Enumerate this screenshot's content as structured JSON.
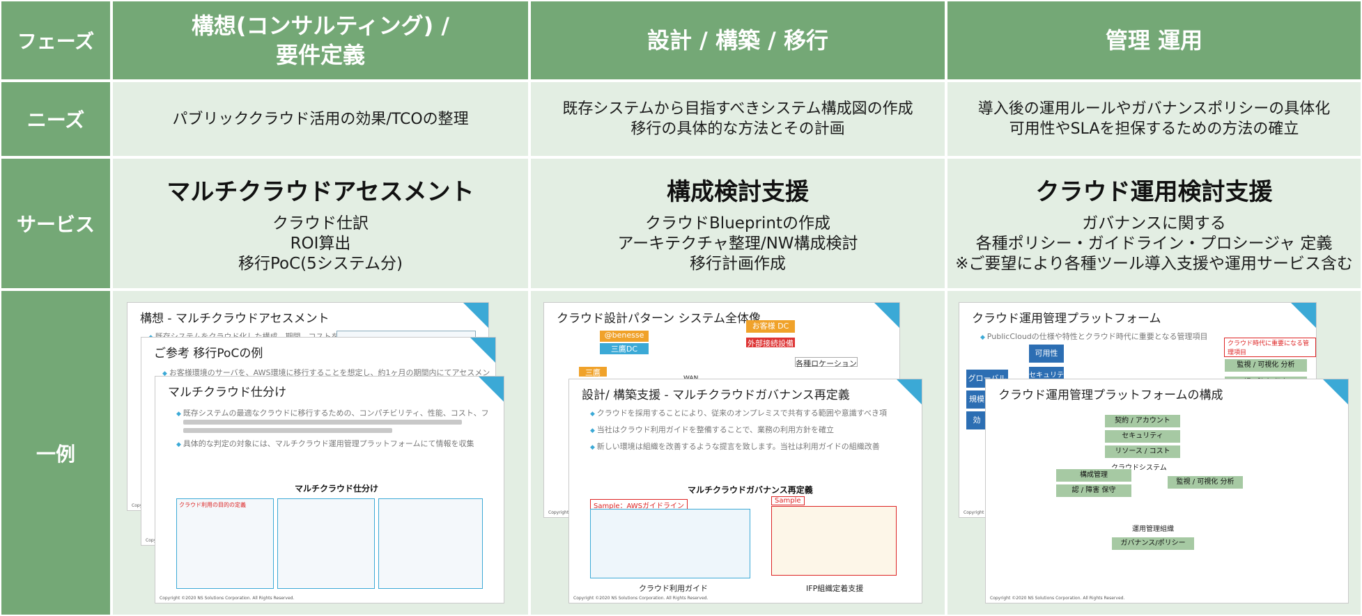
{
  "row_headers": {
    "phase": "フェーズ",
    "needs": "ニーズ",
    "service": "サービス",
    "example": "一例"
  },
  "phases": [
    {
      "title_line1": "構想(コンサルティング) /",
      "title_line2": "要件定義"
    },
    {
      "title_line1": "設計 / 構築 / 移行",
      "title_line2": ""
    },
    {
      "title_line1": "管理 運用",
      "title_line2": ""
    }
  ],
  "needs": [
    {
      "line1": "パブリッククラウド活用の効果/TCOの整理",
      "line2": ""
    },
    {
      "line1": "既存システムから目指すべきシステム構成図の作成",
      "line2": "移行の具体的な方法とその計画"
    },
    {
      "line1": "導入後の運用ルールやガバナンスポリシーの具体化",
      "line2": "可用性やSLAを担保するための方法の確立"
    }
  ],
  "services": [
    {
      "title": "マルチクラウドアセスメント",
      "lines": [
        "クラウド仕訳",
        "ROI算出",
        "移行PoC(5システム分)"
      ]
    },
    {
      "title": "構成検討支援",
      "lines": [
        "クラウドBlueprintの作成",
        "アーキテクチャ整理/NW構成検討",
        "移行計画作成"
      ]
    },
    {
      "title": "クラウド運用検討支援",
      "lines": [
        "ガバナンスに関する",
        "各種ポリシー・ガイドライン・プロシージャ 定義",
        "※ご要望により各種ツール導入支援や運用サービス含む"
      ]
    }
  ],
  "examples": {
    "col1": {
      "slide1_title": "構想 - マルチクラウドアセスメント",
      "slide1_bullet": "既存システムをクラウド化した構成、期間、コストを簡易的に算出",
      "slide2_title": "ご参考 移行PoCの例",
      "slide2_bullet": "お客様環境のサーバを、AWS環境に移行することを想定し、約1ヶ月の期間内にてアセスメン",
      "slide3_title": "マルチクラウド仕分け",
      "slide3_bullet1": "既存システムの最適なクラウドに移行するための、コンパチビリティ、性能、コスト、フ",
      "slide3_bullet2": "具体的な判定の対象には、マルチクラウド運用管理プラットフォームにて情報を収集",
      "slide3_caption": "マルチクラウド仕分け",
      "slide3_inner": "クラウド利用の目的の定義",
      "copyright": "Copyright ©2020 NS Solutions Corporation. All Rights Reserved."
    },
    "col2": {
      "slide1_title": "クラウド設計パターン システム全体像",
      "slide1_wan": "WAN",
      "slide1_dc1": "@benesse",
      "slide1_dc2": "三鷹DC",
      "slide1_dc3": "お客様 DC",
      "slide1_tag1": "外部接続設備",
      "slide1_tag2": "三鷹",
      "slide1_tag3": "各種ロケーション",
      "slide2_title": "設計/ 構築支援 - マルチクラウドガバナンス再定義",
      "slide2_bullet1": "クラウドを採用することにより、従来のオンプレミスで共有する範囲や意識すべき項",
      "slide2_bullet2": "当社はクラウド利用ガイドを整備することで、業務の利用方針を確立",
      "slide2_bullet3": "新しい環境は組織を改善するような提言を致します。当社は利用ガイドの組織改善",
      "slide2_caption": "マルチクラウドガバナンス再定義",
      "slide2_sample1": "Sample：AWSガイドライン",
      "slide2_sample2": "Sample",
      "slide2_sub1": "クラウド利用ガイド",
      "slide2_sub2": "IFP組織定着支援",
      "copyright": "Copyright ©2020 NS Solutions Corporation. All Rights Reserved."
    },
    "col3": {
      "slide1_title": "クラウド運用管理プラットフォーム",
      "slide1_bullet": "PublicCloudの仕様や特性とクラウド時代に重要となる管理項目",
      "slide1_label1": "可用性",
      "slide1_label2": "セキュリティ",
      "slide1_label3": "グローバル",
      "slide1_label4": "規模",
      "slide1_label5": "効",
      "slide1_red": "クラウド時代に重要になる管理項目",
      "slide1_g1": "監視 / 可視化 分析",
      "slide1_g2": "認 / 障害 保守",
      "slide2_title": "クラウド運用管理プラットフォームの構成",
      "slide2_btn1": "契約 / アカウント",
      "slide2_btn2": "セキュリティ",
      "slide2_btn3": "リソース / コスト",
      "slide2_btn4": "構成管理",
      "slide2_btn5": "認 / 障害 保守",
      "slide2_btn6": "監視 / 可視化 分析",
      "slide2_btn7": "ガバナンス/ポリシー",
      "slide2_center": "クラウドシステム",
      "slide2_org": "運用管理組織",
      "copyright": "Copyright ©2020 NS Solutions Corporation. All Rights Reserved."
    }
  }
}
